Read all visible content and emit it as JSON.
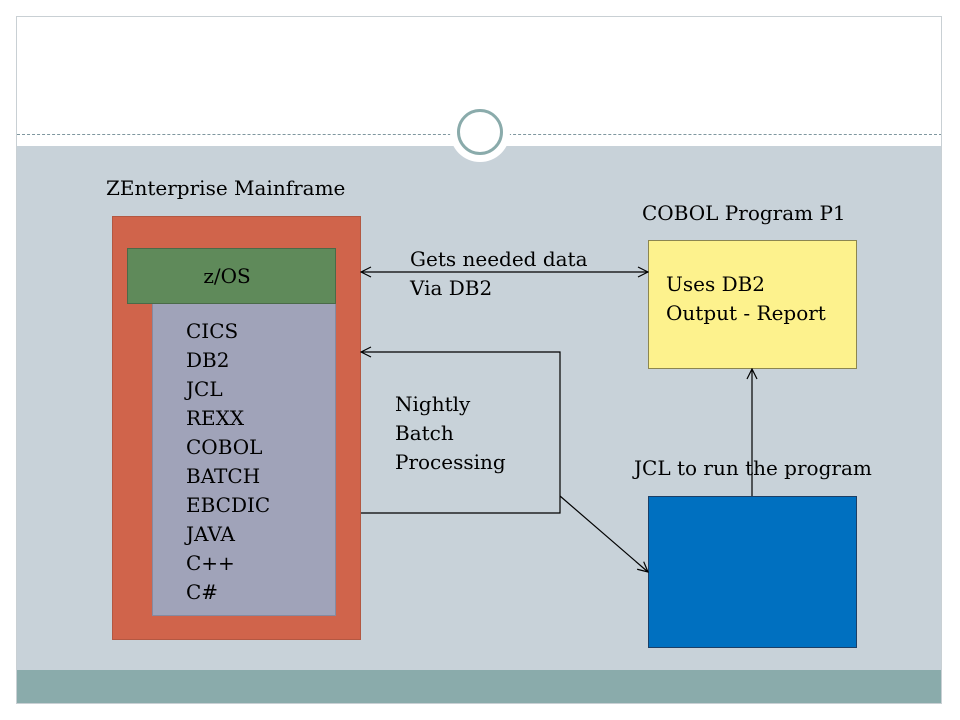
{
  "colors": {
    "content_background": "#c8d2d9",
    "footer_bar": "#8aabab",
    "mainframe_container": "#d0644b",
    "zos_box": "#5f8a5a",
    "software_stack_box": "#a0a3b9",
    "cobol_program_box": "#fdf28d",
    "jcl_box": "#0070c0"
  },
  "diagram": {
    "mainframe_title": "ZEnterprise Mainframe",
    "zos_label": "z/OS",
    "stack_items": [
      "CICS",
      "DB2",
      "JCL",
      "REXX",
      "COBOL",
      "BATCH",
      "EBCDIC",
      "JAVA",
      "C++",
      "C#"
    ],
    "cobol_title": "COBOL Program P1",
    "cobol_box_lines": [
      "Uses DB2",
      "Output - Report"
    ],
    "data_link_lines": [
      "Gets needed data",
      "Via DB2"
    ],
    "batch_lines": [
      "Nightly",
      "Batch",
      "Processing"
    ],
    "jcl_title": "JCL to run the program"
  }
}
